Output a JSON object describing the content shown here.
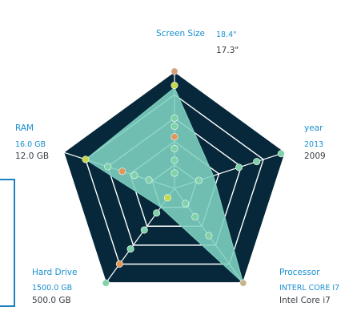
{
  "colors": {
    "pentagon_fill": "#06283a",
    "grid_line": "#ffffff",
    "area_fill": "#7fd1c1",
    "label_blue": "#1a8fcf",
    "label_dark": "#3a3f44",
    "accent_box": "#1e7fc1"
  },
  "chart_data": {
    "type": "radar",
    "axes": [
      {
        "name": "Screen Size",
        "value1": "18.4\"",
        "value2": "17.3\""
      },
      {
        "name": "year",
        "value1": "2013",
        "value2": "2009"
      },
      {
        "name": "Processor",
        "value1": "INTERL CORE I7",
        "value2": "Intel Core i7"
      },
      {
        "name": "Hard Drive",
        "value1": "1500.0 GB",
        "value2": "500.0 GB"
      },
      {
        "name": "RAM",
        "value1": "16.0 GB",
        "value2": "12.0 GB"
      }
    ],
    "rings": 5,
    "area": [
      0.86,
      0.35,
      1.0,
      0.2,
      0.8
    ],
    "point_tracks": [
      [
        {
          "r": 1.0,
          "color": "#d6a07a"
        },
        {
          "r": 0.88,
          "color": "#c4d84a"
        },
        {
          "r": 0.6,
          "color": "#7fd1a8"
        },
        {
          "r": 0.53,
          "color": "#7fd1a8"
        },
        {
          "r": 0.44,
          "color": "#e0975a"
        },
        {
          "r": 0.34,
          "color": "#7fd1a8"
        },
        {
          "r": 0.24,
          "color": "#7fd1a8"
        },
        {
          "r": 0.13,
          "color": "#7fd1a8"
        }
      ],
      [
        {
          "r": 0.96,
          "color": "#7fd1a8"
        },
        {
          "r": 0.74,
          "color": "#7fd1a8"
        },
        {
          "r": 0.58,
          "color": "#7fd1a8"
        },
        {
          "r": 0.22,
          "color": "#7fd1a8"
        }
      ],
      [
        {
          "r": 1.0,
          "color": "#c8b48a"
        },
        {
          "r": 0.5,
          "color": "#7fd1a8"
        },
        {
          "r": 0.3,
          "color": "#7fd1a8"
        },
        {
          "r": 0.16,
          "color": "#7fd1a8"
        }
      ],
      [
        {
          "r": 1.0,
          "color": "#7fd1a8"
        },
        {
          "r": 0.8,
          "color": "#e0975a"
        },
        {
          "r": 0.64,
          "color": "#7fd1a8"
        },
        {
          "r": 0.44,
          "color": "#7fd1a8"
        },
        {
          "r": 0.26,
          "color": "#7fd1a8"
        },
        {
          "r": 0.1,
          "color": "#c4d84a"
        }
      ],
      [
        {
          "r": 0.8,
          "color": "#c4d84a"
        },
        {
          "r": 0.6,
          "color": "#7fd1a8"
        },
        {
          "r": 0.47,
          "color": "#e0975a"
        },
        {
          "r": 0.36,
          "color": "#7fd1a8"
        },
        {
          "r": 0.23,
          "color": "#7fd1a8"
        }
      ]
    ]
  }
}
